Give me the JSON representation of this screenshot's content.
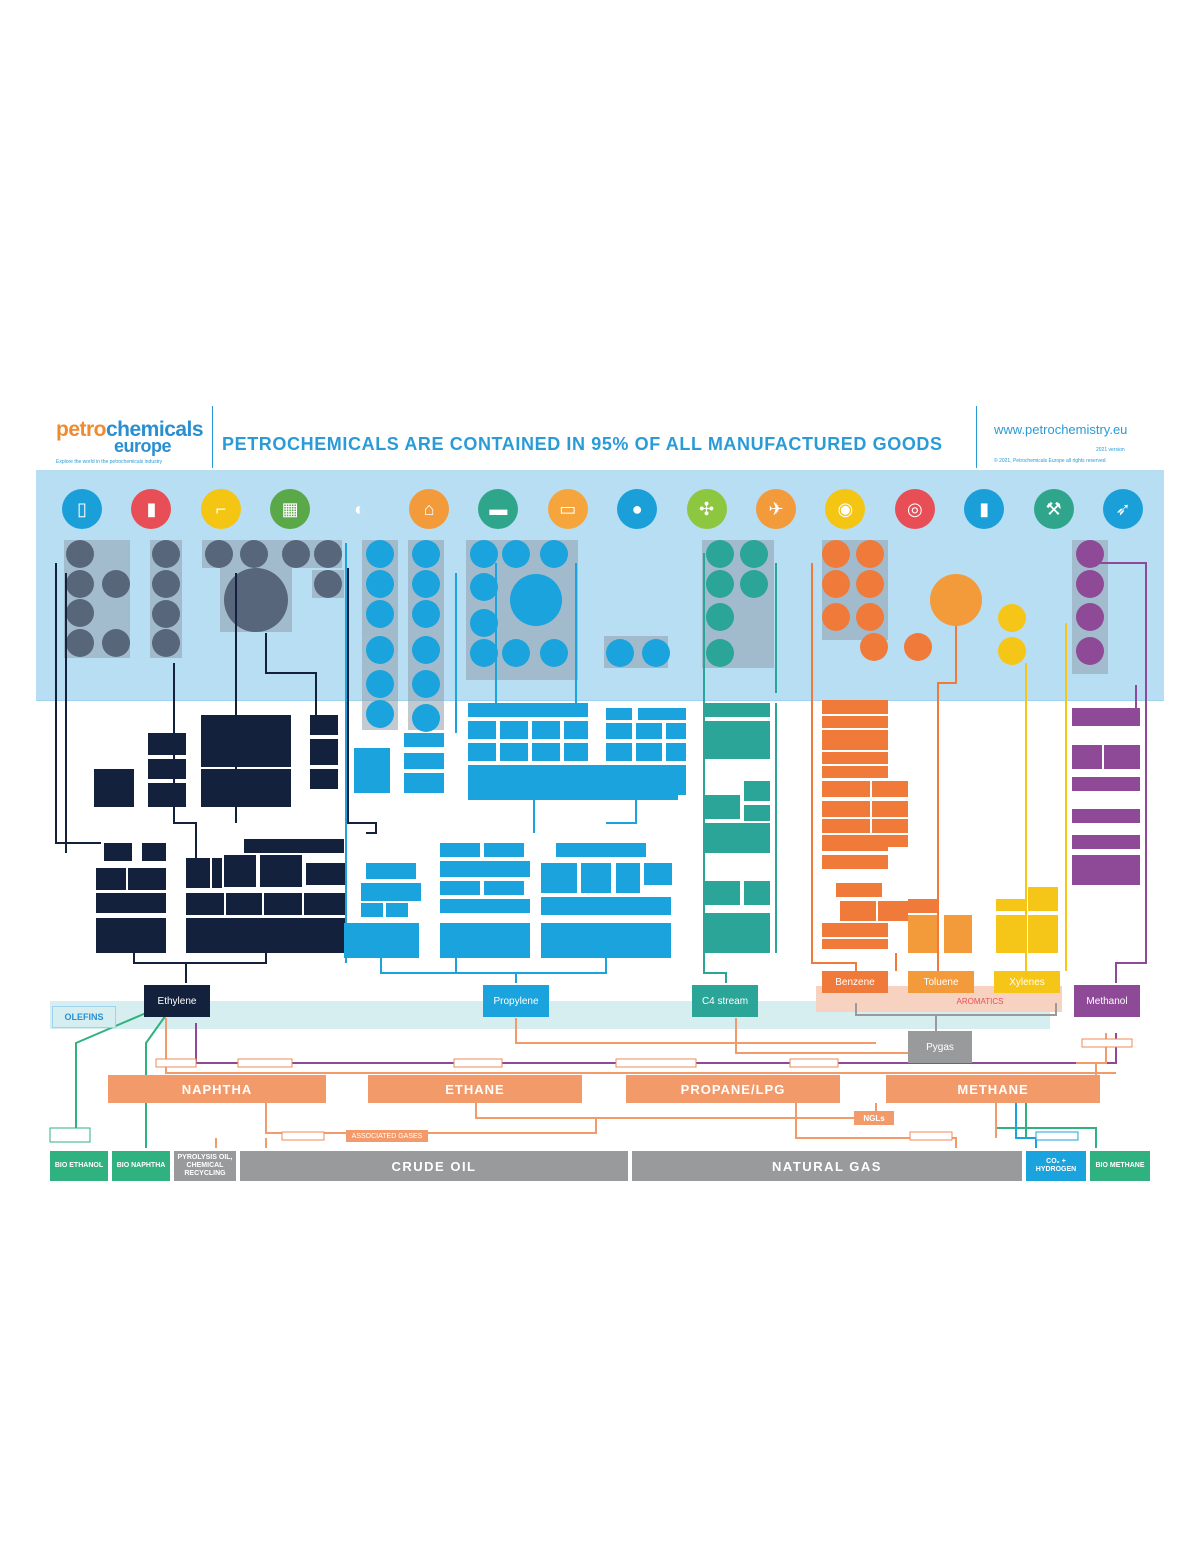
{
  "header": {
    "logo_part1": "petro",
    "logo_part2": "chemicals",
    "logo_part3": "europe",
    "logo_tagline": "Explore the world in the petrochemicals industry",
    "title": "PETROCHEMICALS ARE CONTAINED IN 95% OF ALL MANUFACTURED GOODS",
    "url": "www.petrochemistry.eu",
    "version": "2021 version",
    "copyright": "© 2021, Petrochemicals Europe all rights reserved"
  },
  "products_icons": [
    {
      "name": "smartphone-icon",
      "glyph": "▯",
      "color": "#1b9fd9"
    },
    {
      "name": "bottle-icon",
      "glyph": "▮",
      "color": "#e84e56"
    },
    {
      "name": "sneaker-icon",
      "glyph": "⌐",
      "color": "#f5c514"
    },
    {
      "name": "solar-panel-icon",
      "glyph": "▦",
      "color": "#5aa847"
    },
    {
      "name": "food-icon",
      "glyph": "◐",
      "color": "#b8def3"
    },
    {
      "name": "building-icon",
      "glyph": "⌂",
      "color": "#f39a3b"
    },
    {
      "name": "car-icon",
      "glyph": "▬",
      "color": "#2fa58c"
    },
    {
      "name": "paint-roller-icon",
      "glyph": "▭",
      "color": "#f5a53b"
    },
    {
      "name": "pills-icon",
      "glyph": "●",
      "color": "#1b9fd9"
    },
    {
      "name": "wind-turbine-icon",
      "glyph": "✣",
      "color": "#8dc63f"
    },
    {
      "name": "airplane-icon",
      "glyph": "✈",
      "color": "#f39a3b"
    },
    {
      "name": "sunglasses-icon",
      "glyph": "◉",
      "color": "#f5c514"
    },
    {
      "name": "bicycle-icon",
      "glyph": "◎",
      "color": "#e84e56"
    },
    {
      "name": "detergent-icon",
      "glyph": "▮",
      "color": "#1b9fd9"
    },
    {
      "name": "tools-icon",
      "glyph": "⚒",
      "color": "#2fa58c"
    },
    {
      "name": "rocket-icon",
      "glyph": "➶",
      "color": "#1b9fd9"
    }
  ],
  "hubs": {
    "ethylene": "Ethylene",
    "propylene": "Propylene",
    "c4_stream": "C4 stream",
    "benzene": "Benzene",
    "toluene": "Toluene",
    "xylenes": "Xylenes",
    "methanol": "Methanol",
    "pygas": "Pygas",
    "olefins": "OLEFINS",
    "aromatics": "AROMATICS"
  },
  "feedstocks": {
    "naphtha": "NAPHTHA",
    "ethane": "ETHANE",
    "propane_lpg": "PROPANE/LPG",
    "methane": "METHANE",
    "ngls": "NGLs",
    "associated_gases": "ASSOCIATED GASES"
  },
  "sources": {
    "bio_ethanol": "BIO ETHANOL",
    "bio_naphtha": "BIO NAPHTHA",
    "pyrolysis": "PYROLYSIS OIL, CHEMICAL RECYCLING",
    "crude_oil": "CRUDE OIL",
    "natural_gas": "NATURAL GAS",
    "co2_hydrogen": "CO₂ + HYDROGEN",
    "bio_methane": "BIO METHANE"
  },
  "colors": {
    "olefin_dark": "#14213d",
    "propylene_blue": "#1aa3dd",
    "c4_teal": "#2aa597",
    "aromatic_orange": "#f07a3a",
    "xylene_yellow": "#f5c518",
    "methanol_purple": "#8e4a97",
    "feed_salmon": "#f39a6b",
    "source_grey": "#999a9b",
    "bio_green": "#2fb280",
    "band_blue": "#b8def3"
  }
}
